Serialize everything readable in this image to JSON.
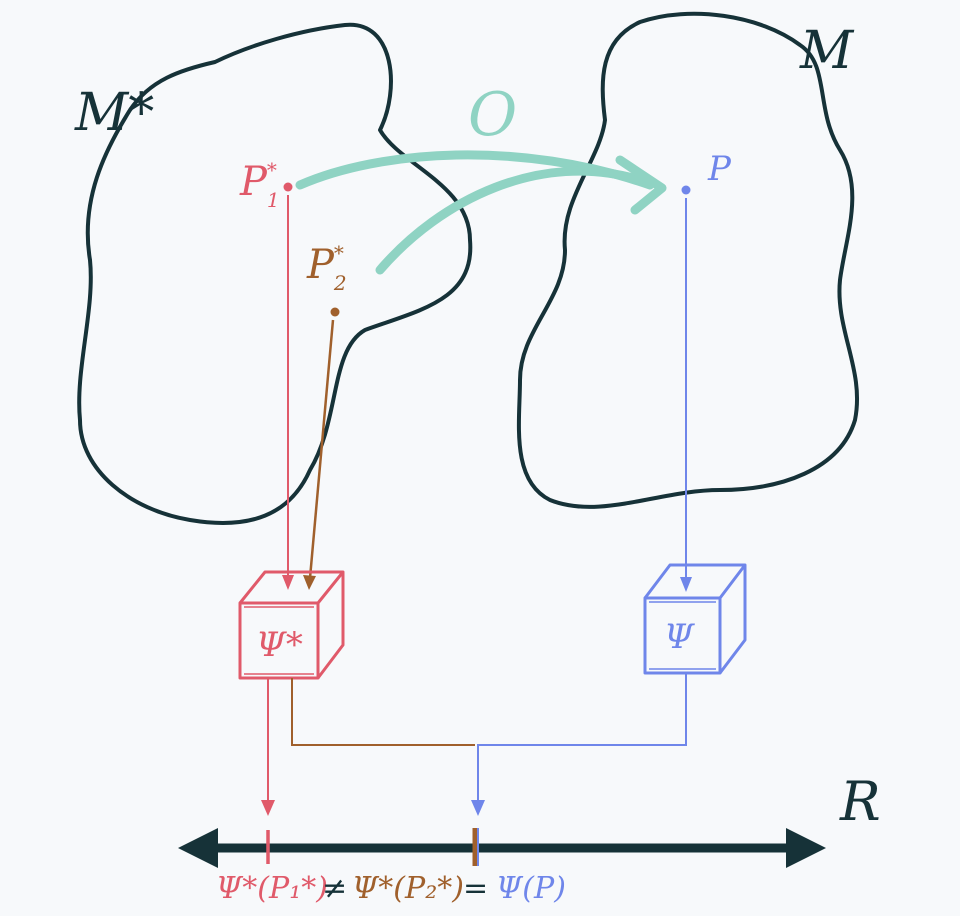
{
  "labels": {
    "manifold_star": "M*",
    "manifold": "M",
    "map": "O",
    "reals": "R",
    "p1_base": "P",
    "p1_sub": "1",
    "p1_sup": "*",
    "p2_base": "P",
    "p2_sub": "2",
    "p2_sup": "*",
    "p_label": "P",
    "psi_star_box": "Ψ*",
    "psi_box": "Ψ"
  },
  "equation": {
    "lhs": "Ψ*(P₁*)",
    "neq": "≠",
    "mid": "Ψ*(P₂*)",
    "eq": "=",
    "rhs": "Ψ(P)"
  },
  "colors": {
    "outline": "#163238",
    "red": "#e05a6a",
    "brown": "#a0602c",
    "blue": "#6f86ea",
    "teal": "#8fd3c3",
    "axis": "#163238"
  }
}
